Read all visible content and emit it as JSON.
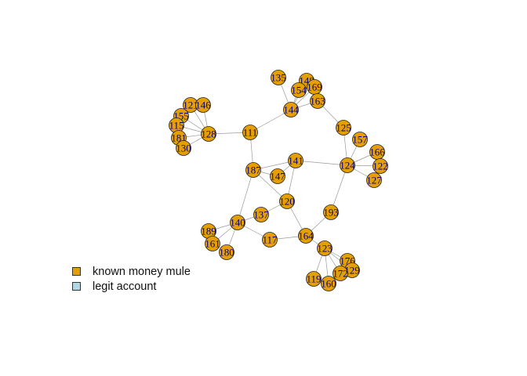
{
  "colors": {
    "mule": "#E69F00",
    "legit": "#ADD8E6"
  },
  "legend": [
    {
      "label": "known money mule",
      "color": "#E69F00"
    },
    {
      "label": "legit account",
      "color": "#ADD8E6"
    }
  ],
  "nodes": [
    "135",
    "148",
    "154",
    "169",
    "144",
    "163",
    "121",
    "146",
    "155",
    "115",
    "181",
    "130",
    "128",
    "111",
    "125",
    "157",
    "166",
    "141",
    "124",
    "122",
    "187",
    "147",
    "127",
    "120",
    "137",
    "193",
    "140",
    "189",
    "164",
    "117",
    "161",
    "180",
    "123",
    "176",
    "129",
    "172",
    "119",
    "160"
  ],
  "edges": [
    [
      "135",
      "144"
    ],
    [
      "148",
      "144"
    ],
    [
      "154",
      "144"
    ],
    [
      "169",
      "144"
    ],
    [
      "163",
      "144"
    ],
    [
      "148",
      "163"
    ],
    [
      "169",
      "163"
    ],
    [
      "144",
      "111"
    ],
    [
      "163",
      "125"
    ],
    [
      "125",
      "124"
    ],
    [
      "157",
      "124"
    ],
    [
      "166",
      "124"
    ],
    [
      "122",
      "124"
    ],
    [
      "127",
      "124"
    ],
    [
      "121",
      "128"
    ],
    [
      "146",
      "128"
    ],
    [
      "155",
      "128"
    ],
    [
      "115",
      "128"
    ],
    [
      "181",
      "128"
    ],
    [
      "130",
      "128"
    ],
    [
      "128",
      "111"
    ],
    [
      "111",
      "187"
    ],
    [
      "141",
      "187"
    ],
    [
      "141",
      "124"
    ],
    [
      "141",
      "120"
    ],
    [
      "187",
      "147"
    ],
    [
      "147",
      "141"
    ],
    [
      "187",
      "120"
    ],
    [
      "187",
      "140"
    ],
    [
      "120",
      "137"
    ],
    [
      "120",
      "164"
    ],
    [
      "137",
      "140"
    ],
    [
      "140",
      "189"
    ],
    [
      "140",
      "161"
    ],
    [
      "140",
      "180"
    ],
    [
      "140",
      "117"
    ],
    [
      "117",
      "164"
    ],
    [
      "164",
      "193"
    ],
    [
      "193",
      "124"
    ],
    [
      "164",
      "123"
    ],
    [
      "123",
      "176"
    ],
    [
      "123",
      "129"
    ],
    [
      "123",
      "172"
    ],
    [
      "123",
      "119"
    ],
    [
      "123",
      "160"
    ]
  ]
}
